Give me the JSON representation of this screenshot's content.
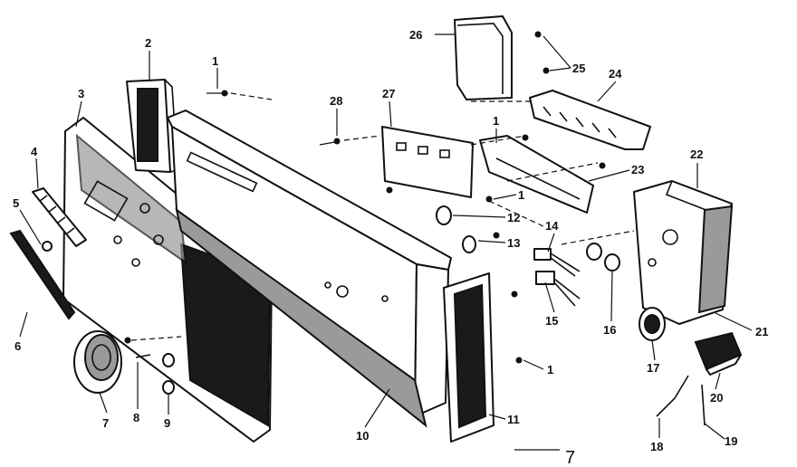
{
  "callouts": [
    {
      "id": "1a",
      "text": "1"
    },
    {
      "id": "2",
      "text": "2"
    },
    {
      "id": "3",
      "text": "3"
    },
    {
      "id": "4",
      "text": "4"
    },
    {
      "id": "5",
      "text": "5"
    },
    {
      "id": "6",
      "text": "6"
    },
    {
      "id": "7",
      "text": "7"
    },
    {
      "id": "8",
      "text": "8"
    },
    {
      "id": "9",
      "text": "9"
    },
    {
      "id": "10",
      "text": "10"
    },
    {
      "id": "11",
      "text": "11"
    },
    {
      "id": "12",
      "text": "12"
    },
    {
      "id": "13",
      "text": "13"
    },
    {
      "id": "14",
      "text": "14"
    },
    {
      "id": "15",
      "text": "15"
    },
    {
      "id": "16",
      "text": "16"
    },
    {
      "id": "17",
      "text": "17"
    },
    {
      "id": "18",
      "text": "18"
    },
    {
      "id": "19",
      "text": "19"
    },
    {
      "id": "20",
      "text": "20"
    },
    {
      "id": "21",
      "text": "21"
    },
    {
      "id": "22",
      "text": "22"
    },
    {
      "id": "23",
      "text": "23"
    },
    {
      "id": "24",
      "text": "24"
    },
    {
      "id": "25",
      "text": "25"
    },
    {
      "id": "26",
      "text": "26"
    },
    {
      "id": "27",
      "text": "27"
    },
    {
      "id": "28",
      "text": "28"
    },
    {
      "id": "1b",
      "text": "1"
    },
    {
      "id": "1c",
      "text": "1"
    },
    {
      "id": "1d",
      "text": "1"
    }
  ],
  "corner_mark": "7"
}
